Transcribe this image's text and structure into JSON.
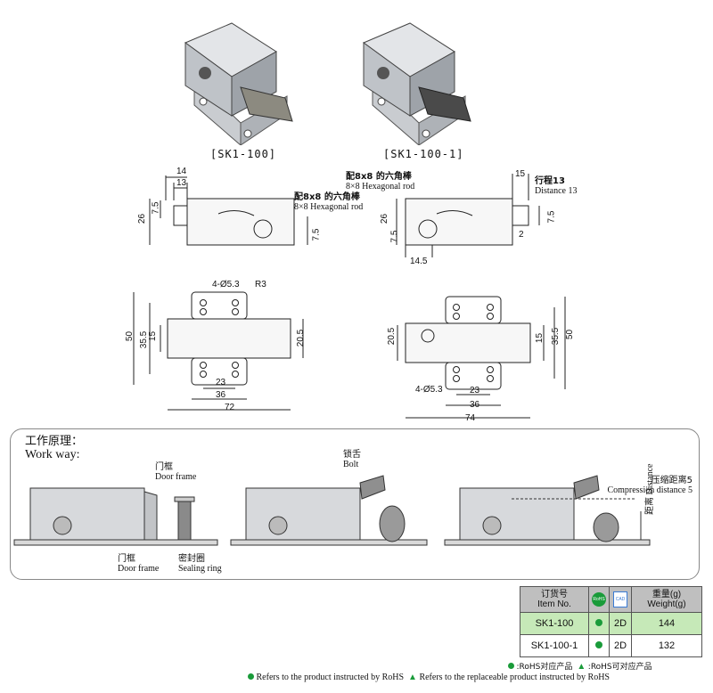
{
  "photos": [
    {
      "label": "[SK1-100]"
    },
    {
      "label": "[SK1-100-1]"
    }
  ],
  "side_view_left": {
    "dims": [
      "14",
      "13",
      "7.5",
      "26",
      "7.5"
    ],
    "note_cn": "配8x8 的六角棒",
    "note_en": "8×8 Hexagonal rod"
  },
  "side_view_right": {
    "dims": [
      "15",
      "7.5",
      "26",
      "7.5",
      "2",
      "14.5"
    ],
    "note_cn": "配8x8 的六角棒",
    "note_en": "8×8 Hexagonal rod",
    "stroke_cn": "行程13",
    "stroke_en": "Distance 13"
  },
  "top_view_left": {
    "dims": [
      "4-Ø5.3",
      "R3",
      "50",
      "35.5",
      "15",
      "20.5",
      "23",
      "36",
      "72"
    ]
  },
  "top_view_right": {
    "dims": [
      "20.5",
      "15",
      "35.5",
      "50",
      "4-Ø5.3",
      "23",
      "36",
      "74"
    ]
  },
  "work_way": {
    "title_cn": "工作原理：",
    "title_en": "Work way:",
    "door_frame_cn": "门框",
    "door_frame_en": "Door frame",
    "door_frame2_cn": "门框",
    "door_frame2_en": "Door frame",
    "sealing_cn": "密封圈",
    "sealing_en": "Sealing ring",
    "bolt_cn": "锁舌",
    "bolt_en": "Bolt",
    "compress_cn": "压缩距离5",
    "compress_en": "Compression distance 5",
    "distance_cn": "距离",
    "distance_en": "Distance"
  },
  "spec_table": {
    "headers": {
      "item_cn": "订货号",
      "item_en": "Item No.",
      "rohs": "RoHS",
      "cad": "CAD",
      "weight_cn": "重量(g)",
      "weight_en": "Weight(g)"
    },
    "rows": [
      {
        "item": "SK1-100",
        "cad": "2D",
        "weight": "144"
      },
      {
        "item": "SK1-100-1",
        "cad": "2D",
        "weight": "132"
      }
    ]
  },
  "legend": {
    "rohs_cn": ":RoHS对应产品",
    "replace_cn": ":RoHS可对应产品",
    "rohs_en": "Refers to the product instructed by RoHS",
    "replace_en": "Refers to the replaceable product instructed by RoHS"
  },
  "colors": {
    "green": "#1a9b3a",
    "highlight": "#c6e9b8",
    "metal": "#b9bcc0"
  }
}
